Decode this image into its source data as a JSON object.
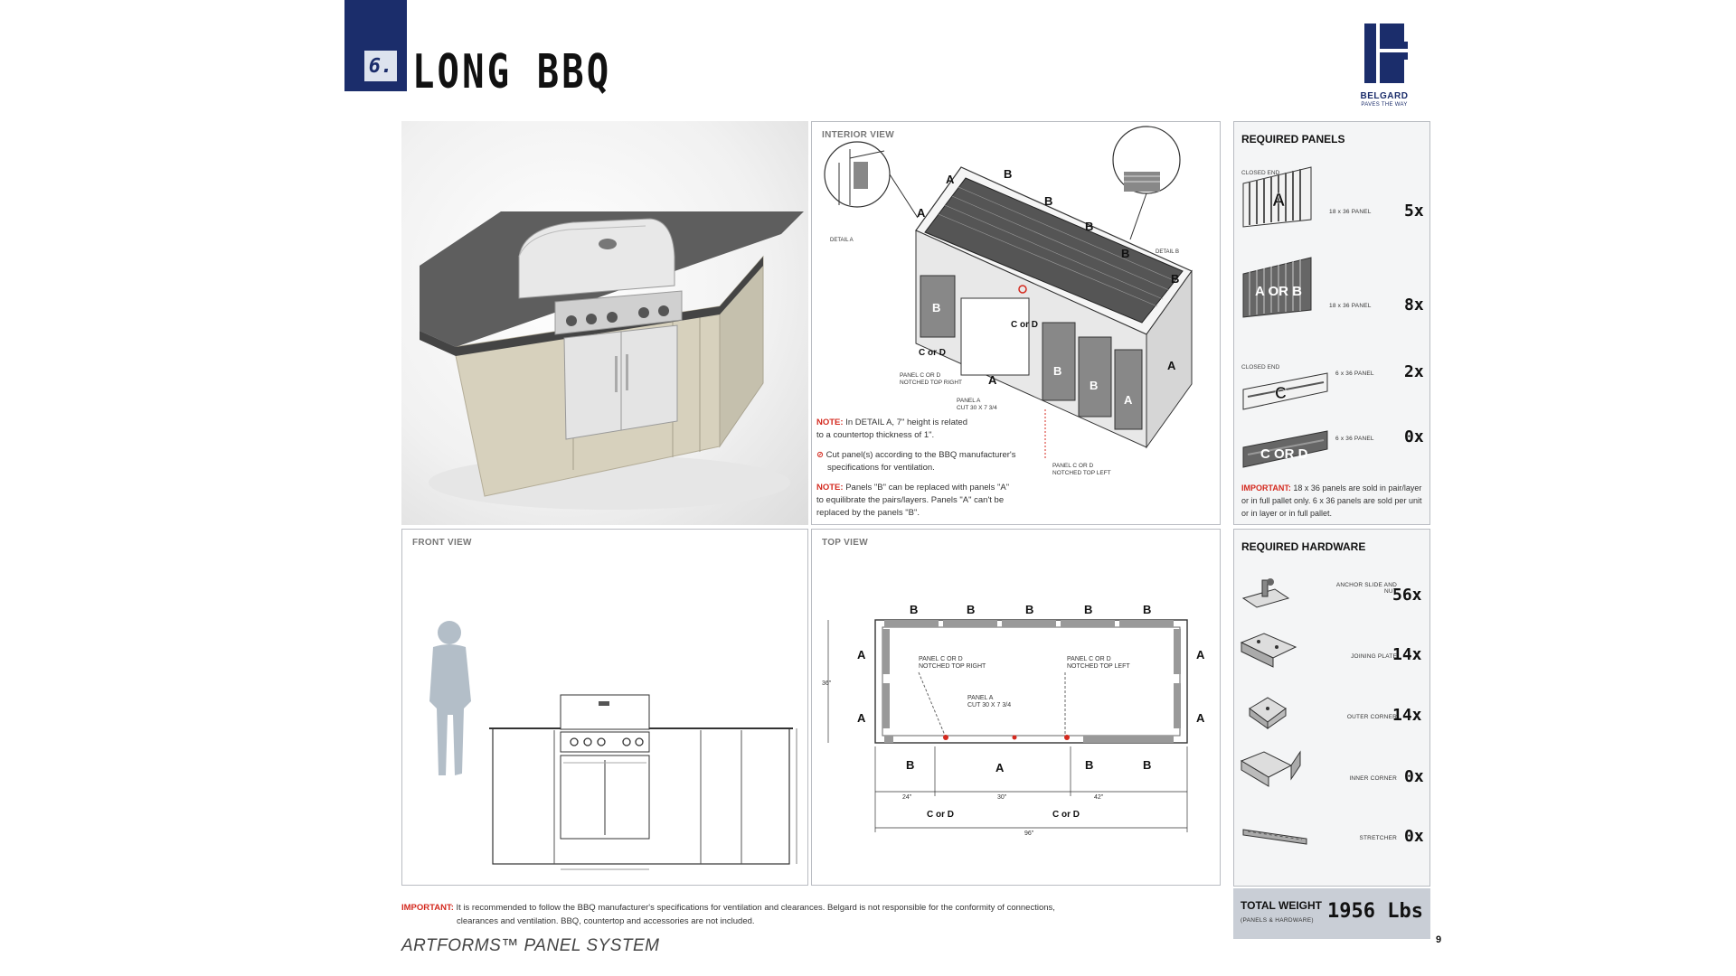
{
  "header": {
    "section_number": "6.",
    "title": "LONG BBQ",
    "logo_name": "BELGARD",
    "logo_tagline": "PAVES THE WAY"
  },
  "views": {
    "interior_label": "INTERIOR VIEW",
    "front_label": "FRONT VIEW",
    "top_label": "TOP VIEW"
  },
  "interior": {
    "detail_a": "DETAIL A",
    "detail_b": "DETAIL B",
    "label_notched_right": [
      "PANEL C OR D",
      "NOTCHED TOP RIGHT"
    ],
    "label_panel_a": [
      "PANEL A",
      "CUT 30 X 7 3/4"
    ],
    "label_notched_left": [
      "PANEL C OR D",
      "NOTCHED TOP LEFT"
    ],
    "note1_prefix": "NOTE:",
    "note1": "In DETAIL A, 7\" height is related",
    "note1b": "to a countertop thickness of 1\".",
    "note2": "Cut panel(s) according to the BBQ manufacturer's",
    "note2b": "specifications for ventilation.",
    "note3_prefix": "NOTE:",
    "note3": "Panels \"B\" can be replaced with panels \"A\"",
    "note3b": "to equilibrate the pairs/layers. Panels \"A\" can't be",
    "note3c": "replaced by the panels \"B\"."
  },
  "top_view": {
    "dims": {
      "left_height": "36\"",
      "seg1": "24\"",
      "seg2": "30\"",
      "seg3": "42\"",
      "total": "96\""
    },
    "labels": {
      "notched_right": [
        "PANEL C OR D",
        "NOTCHED TOP RIGHT"
      ],
      "notched_left": [
        "PANEL C OR D",
        "NOTCHED TOP LEFT"
      ],
      "panel_a": [
        "PANEL A",
        "CUT 30 X 7 3/4"
      ]
    }
  },
  "required_panels": {
    "heading": "REQUIRED PANELS",
    "items": [
      {
        "tag": "CLOSED END",
        "letter": "A",
        "size": "18 x 36 PANEL",
        "qty": "5x"
      },
      {
        "tag": "",
        "letter": "A OR B",
        "size": "18 x 36 PANEL",
        "qty": "8x"
      },
      {
        "tag": "CLOSED END",
        "letter": "C",
        "size": "6 x 36 PANEL",
        "qty": "2x"
      },
      {
        "tag": "",
        "letter": "C OR D",
        "size": "6 x 36 PANEL",
        "qty": "0x"
      }
    ],
    "important_prefix": "IMPORTANT:",
    "important_text": "18 x 36 panels are sold in pair/layer or in full pallet only. 6 x 36 panels are sold per unit or in layer or in full pallet."
  },
  "required_hardware": {
    "heading": "REQUIRED HARDWARE",
    "items": [
      {
        "name": "ANCHOR SLIDE AND NUT",
        "qty": "56x",
        "icon": "anchor-slide-icon"
      },
      {
        "name": "JOINING PLATE",
        "qty": "14x",
        "icon": "joining-plate-icon"
      },
      {
        "name": "OUTER CORNER",
        "qty": "14x",
        "icon": "outer-corner-icon"
      },
      {
        "name": "INNER CORNER",
        "qty": "0x",
        "icon": "inner-corner-icon"
      },
      {
        "name": "STRETCHER",
        "qty": "0x",
        "icon": "stretcher-icon"
      }
    ]
  },
  "total_weight": {
    "label": "TOTAL WEIGHT",
    "sub": "(PANELS & HARDWARE)",
    "value": "1956 Lbs"
  },
  "footer": {
    "important_prefix": "IMPORTANT:",
    "important_line1": "It is recommended to follow the BBQ manufacturer's specifications for ventilation and clearances. Belgard is not responsible for the conformity of connections,",
    "important_line2": "clearances and ventilation. BBQ, countertop and accessories are not included.",
    "brand": "ARTFORMS™ PANEL SYSTEM",
    "page_number": "9"
  },
  "colors": {
    "navy": "#1b2d6b",
    "red": "#d42a1f",
    "panel_border": "#b9bcc2",
    "side_bg": "#f4f5f6",
    "weight_bg": "#c9ced6"
  }
}
